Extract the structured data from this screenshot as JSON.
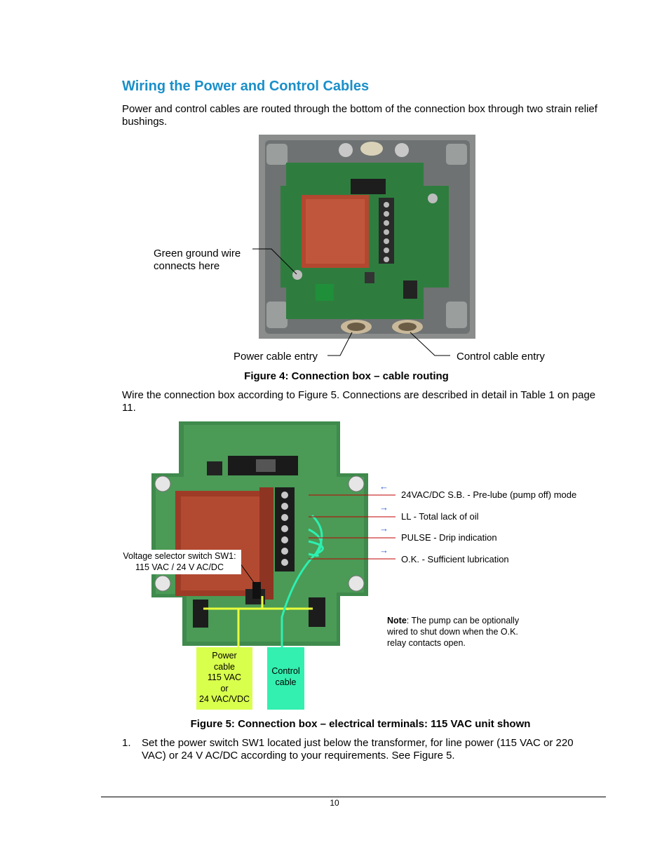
{
  "heading": "Wiring the Power and Control Cables",
  "intro": "Power and control cables are routed through the bottom of the connection box through two strain relief bushings.",
  "figure4": {
    "callouts": {
      "ground_line1": "Green ground wire",
      "ground_line2": "connects here",
      "power_entry": "Power cable entry",
      "control_entry": "Control cable entry"
    },
    "caption": "Figure 4: Connection box – cable routing"
  },
  "wire_text": "Wire the connection box according to Figure 5. Connections are described in detail in Table 1 on page 11.",
  "figure5": {
    "terminals": [
      {
        "arrow": "←",
        "label": "24VAC/DC S.B. - Pre-lube (pump off) mode"
      },
      {
        "arrow": "→",
        "label": "LL - Total lack of oil"
      },
      {
        "arrow": "→",
        "label": "PULSE - Drip indication"
      },
      {
        "arrow": "→",
        "label": "O.K. - Sufficient lubrication"
      }
    ],
    "voltage_line1": "Voltage selector switch SW1:",
    "voltage_line2": "115 VAC / 24 V AC/DC",
    "note_bold": "Note",
    "note_text": ": The pump can be optionally wired to shut down when the O.K. relay contacts open.",
    "power_cable": [
      "Power",
      "cable",
      "115 VAC",
      "or",
      "24 VAC/VDC"
    ],
    "control_cable": [
      "Control",
      "cable"
    ],
    "caption": "Figure 5: Connection box – electrical terminals: 115 VAC unit shown"
  },
  "step1": {
    "number": "1.",
    "text": "Set the power switch SW1 located just below the transformer, for line power (115 VAC or 220 VAC) or 24 V AC/DC according to your requirements. See Figure 5."
  },
  "page_number": "10",
  "colors": {
    "heading": "#1a8fc9",
    "power_cable": "#d9ff4d",
    "control_cable": "#33f0b0",
    "terminal_line": "#c00000",
    "arrow": "#2a5bd7"
  }
}
